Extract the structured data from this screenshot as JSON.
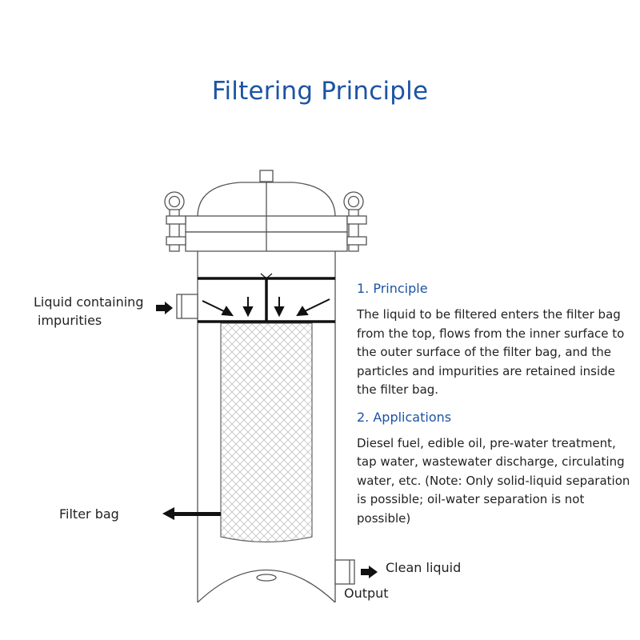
{
  "title": "Filtering Principle",
  "labels": {
    "inlet_line1": "Liquid containing",
    "inlet_line2": "impurities",
    "filter_bag": "Filter bag",
    "clean_liquid": "Clean liquid",
    "output": "Output"
  },
  "sections": [
    {
      "heading": "1. Principle",
      "text": "The liquid to be filtered enters the filter bag from the top, flows from the inner surface to the outer surface of the filter bag, and the particles and impurities are retained inside the filter bag."
    },
    {
      "heading": "2. Applications",
      "text": "Diesel fuel, edible oil, pre-water treatment, tap water, wastewater discharge, circulating water, etc. (Note: Only solid-liquid separation is possible; oil-water separation is not possible)"
    }
  ],
  "colors": {
    "title": "#1c53a5",
    "heading": "#1c53a5",
    "line": "#555555",
    "arrow": "#111111"
  }
}
